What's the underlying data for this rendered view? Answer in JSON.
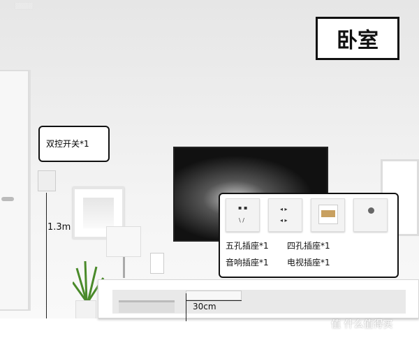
{
  "room_title": "卧室",
  "switch_callout": "双控开关*1",
  "switch_height": "1.3m",
  "outlet_spacing": "30cm",
  "sockets": [
    {
      "label": "五孔插座*1",
      "icon": "five-hole-socket-icon"
    },
    {
      "label": "四孔插座*1",
      "icon": "four-hole-socket-icon"
    },
    {
      "label": "音响插座*1",
      "icon": "speaker-socket-icon"
    },
    {
      "label": "电视插座*1",
      "icon": "tv-socket-icon"
    }
  ],
  "watermark": "值 什么值得买"
}
